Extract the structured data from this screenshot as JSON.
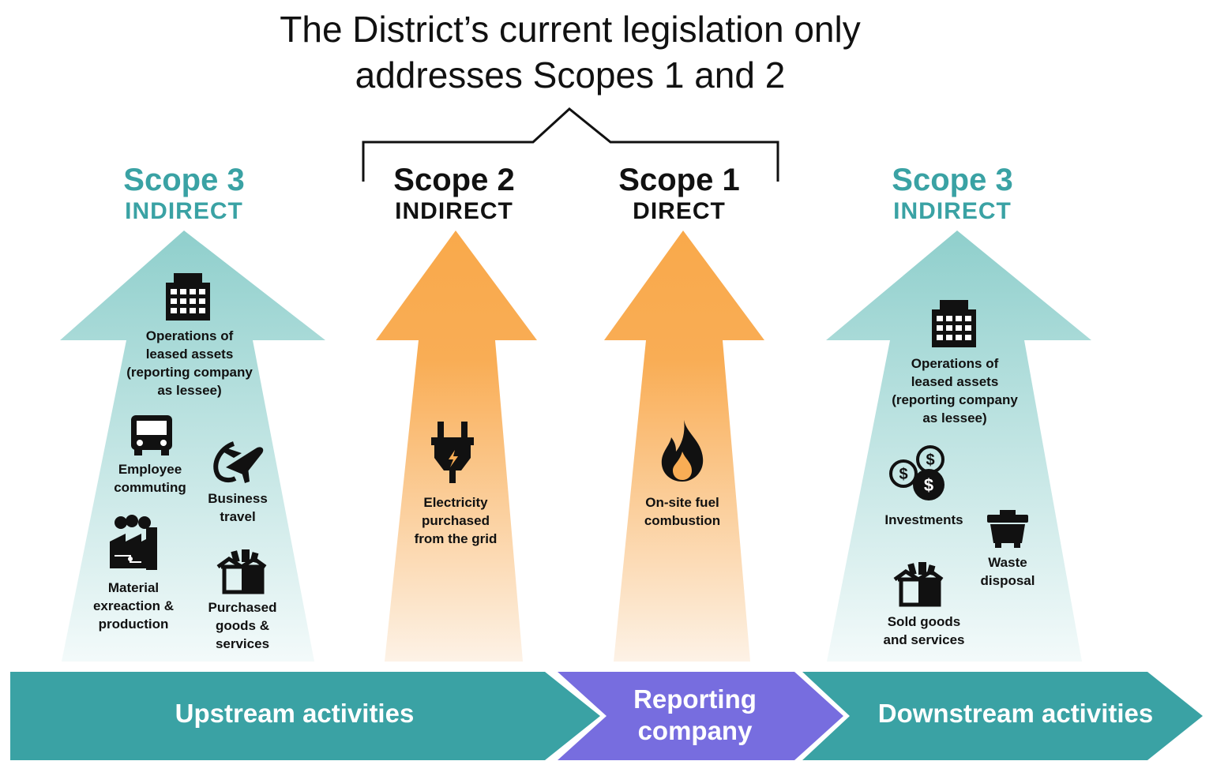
{
  "title": {
    "line1": "The District’s current legislation only",
    "line2": "addresses Scopes 1 and 2"
  },
  "scopes": [
    {
      "id": "scope3-upstream",
      "title": "Scope 3",
      "kind": "INDIRECT",
      "color": "#3aa2a4"
    },
    {
      "id": "scope2",
      "title": "Scope 2",
      "kind": "INDIRECT",
      "color": "#111111"
    },
    {
      "id": "scope1",
      "title": "Scope 1",
      "kind": "DIRECT",
      "color": "#111111"
    },
    {
      "id": "scope3-downstream",
      "title": "Scope 3",
      "kind": "INDIRECT",
      "color": "#3aa2a4"
    }
  ],
  "upstream_items": {
    "leased": [
      "Operations of",
      "leased assets",
      "(reporting company",
      "as lessee)"
    ],
    "commuting": [
      "Employee",
      "commuting"
    ],
    "travel": [
      "Business",
      "travel"
    ],
    "material": [
      "Material",
      "exreaction &",
      "production"
    ],
    "purchased": [
      "Purchased",
      "goods &",
      "services"
    ]
  },
  "scope2_item": [
    "Electricity",
    "purchased",
    "from the grid"
  ],
  "scope1_item": [
    "On-site fuel",
    "combustion"
  ],
  "downstream_items": {
    "leased": [
      "Operations of",
      "leased assets",
      "(reporting company",
      "as lessee)"
    ],
    "investments": [
      "Investments"
    ],
    "waste": [
      "Waste",
      "disposal"
    ],
    "sold": [
      "Sold goods",
      "and services"
    ]
  },
  "bands": {
    "upstream": "Upstream activities",
    "reporting_line1": "Reporting",
    "reporting_line2": "company",
    "downstream": "Downstream activities"
  },
  "colors": {
    "teal": "#3aa2a4",
    "teal_light": "#8fcfcc",
    "orange": "#f9a94b",
    "purple": "#776ddf",
    "text": "#111111"
  },
  "icons": [
    "building-icon",
    "bus-icon",
    "airplane-icon",
    "factory-icon",
    "box-icon",
    "plug-icon",
    "flame-icon",
    "coins-icon",
    "trash-bin-icon",
    "box-icon"
  ]
}
